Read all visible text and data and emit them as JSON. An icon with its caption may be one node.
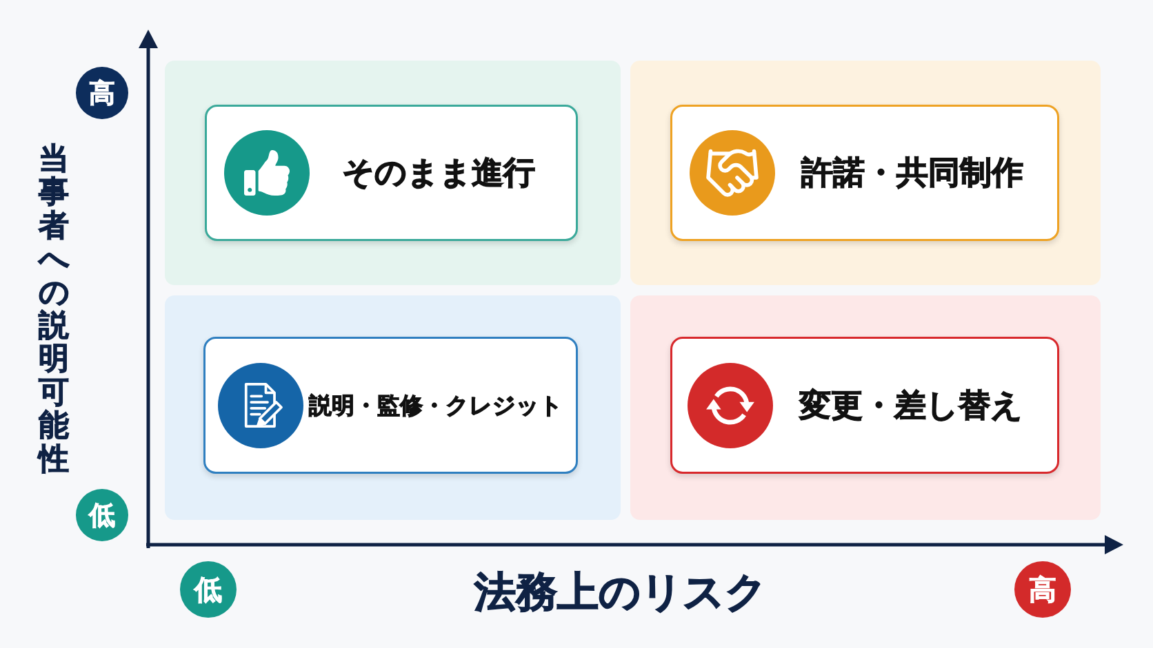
{
  "diagram": {
    "nodes": [
      {
        "text": [],
        "shape": "box"
      },
      {
        "text": [
          "そのまま進行"
        ],
        "in": 0
      },
      {
        "text": [],
        "shape": "box"
      },
      {
        "text": [
          "許諾・共同制作"
        ],
        "in": 2
      },
      {
        "text": [],
        "shape": "box"
      },
      {
        "text": [
          "説明・監修・クレジット"
        ],
        "in": 4
      },
      {
        "text": [],
        "shape": "box"
      },
      {
        "text": [
          "変更・差し替え"
        ],
        "in": 6
      },
      {
        "text": [
          "高"
        ]
      },
      {
        "text": [
          "低"
        ]
      },
      {
        "text": [
          "低"
        ]
      },
      {
        "text": [
          "高"
        ]
      }
    ],
    "labels": [
      "当事者への説明可能性",
      "法務上のリスク"
    ]
  }
}
